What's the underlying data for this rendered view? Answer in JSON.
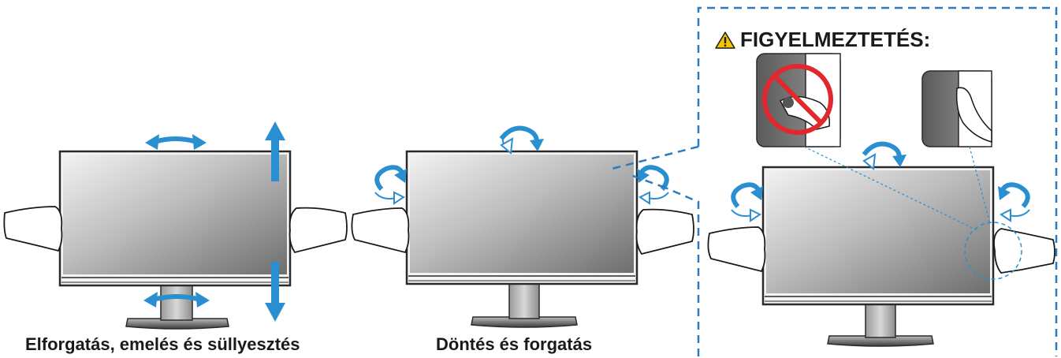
{
  "captions": {
    "swivel_lift": "Elforgatás, emelés és süllyesztés",
    "tilt_rotate": "Döntés és forgatás"
  },
  "warning": {
    "label": "FIGYELMEZTETÉS:",
    "icon": "warning-triangle-icon"
  },
  "colors": {
    "arrow_blue": "#2a8fd0",
    "panel_dark": "#3c3c3c",
    "warning_yellow": "#f5c400",
    "prohibit_red": "#e0282e",
    "dashed_border": "#2a7bbf"
  }
}
